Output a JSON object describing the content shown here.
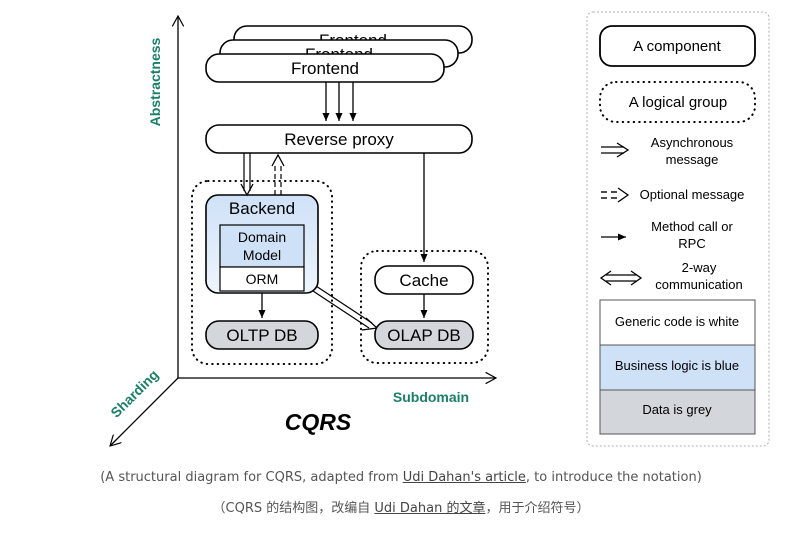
{
  "diagram": {
    "title": "CQRS",
    "axes": {
      "y_label": "Abstractness",
      "x_label": "Subdomain",
      "z_label": "Sharding"
    },
    "nodes": {
      "frontend_stack_back2": "Frontend",
      "frontend_stack_back1": "Frontend",
      "frontend": "Frontend",
      "reverse_proxy": "Reverse proxy",
      "backend": "Backend",
      "domain_model_line1": "Domain",
      "domain_model_line2": "Model",
      "orm": "ORM",
      "oltp_db": "OLTP DB",
      "cache": "Cache",
      "olap_db": "OLAP DB"
    }
  },
  "legend": {
    "component": "A component",
    "logical_group": "A logical group",
    "async_line1": "Asynchronous",
    "async_line2": "message",
    "optional": "Optional message",
    "method_line1": "Method call or",
    "method_line2": "RPC",
    "twoway_line1": "2-way",
    "twoway_line2": "communication",
    "generic": "Generic code is white",
    "business": "Business logic is blue",
    "data": "Data is grey"
  },
  "captions": {
    "en_prefix": "(A structural diagram for CQRS, adapted from ",
    "en_link": "Udi Dahan's article",
    "en_suffix": ", to introduce the notation)",
    "zh_prefix": "（CQRS 的结构图，改编自 ",
    "zh_link": "Udi Dahan 的文章",
    "zh_suffix": "，用于介绍符号）"
  },
  "colors": {
    "blue": "#cfe1f7",
    "grey": "#d3d6da",
    "axis_label": "#1a7f6a"
  }
}
